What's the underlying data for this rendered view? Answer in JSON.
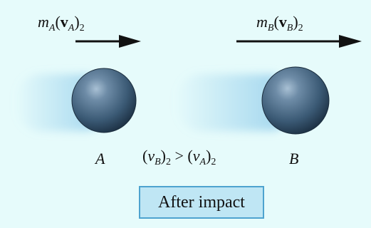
{
  "labels": {
    "momentum_a": {
      "mass": "m",
      "mass_sub": "A",
      "vel": "v",
      "vel_sub": "A",
      "post": "2"
    },
    "momentum_b": {
      "mass": "m",
      "mass_sub": "B",
      "vel": "v",
      "vel_sub": "B",
      "post": "2"
    },
    "ball_a": "A",
    "ball_b": "B",
    "relation": {
      "lhs": "v",
      "lhs_sub": "B",
      "lhs_post": "2",
      "op": ">",
      "rhs": "v",
      "rhs_sub": "A",
      "rhs_post": "2"
    }
  },
  "caption": "After impact",
  "colors": {
    "background": "#e6fbfb",
    "ball": "#41607a",
    "blur": "#8fcbea",
    "caption_fill": "#bfe6f4",
    "caption_border": "#4ea3cf"
  }
}
